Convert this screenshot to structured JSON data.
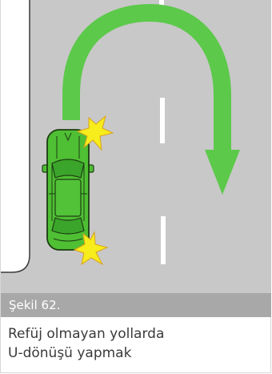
{
  "figure": {
    "label": "Şekil 62.",
    "caption_lines": [
      "Refüj olmayan yollarda",
      "U-dönüşü yapmak"
    ]
  },
  "colors": {
    "road": "#c8c8c8",
    "curb_area": "#ffffff",
    "lane_marking": "#ffffff",
    "arrow": "#5cc94a",
    "car_body": "#4fbf34",
    "car_outline": "#1c3d12",
    "impact_star": "#f7ec1c",
    "caption_bar": "#a8a8a8",
    "caption_text": "#3a3a3a"
  },
  "icons": [
    "u-turn-arrow-icon",
    "car-top-view-icon",
    "collision-star-icon",
    "collision-star-icon"
  ]
}
